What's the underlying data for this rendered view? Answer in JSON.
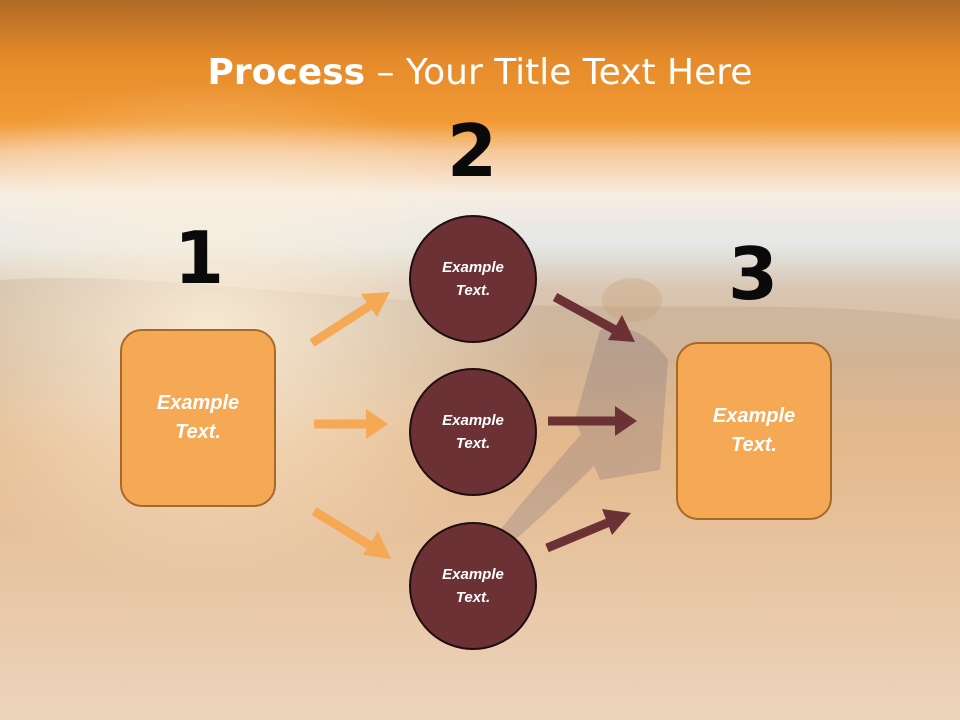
{
  "title": {
    "bold": "Process",
    "rest": " – Your Title Text Here"
  },
  "steps": {
    "n1": "1",
    "n2": "2",
    "n3": "3"
  },
  "nodes": {
    "box_left": "Example\nText.",
    "circle_top": "Example\nText.",
    "circle_middle": "Example\nText.",
    "circle_bottom": "Example\nText.",
    "box_right": "Example\nText."
  },
  "colors": {
    "header_orange": "#ee8e25",
    "box_fill": "#f5a955",
    "circle_fill": "#6b3134",
    "arrow_in": "#f5a955",
    "arrow_out": "#6b3134"
  }
}
